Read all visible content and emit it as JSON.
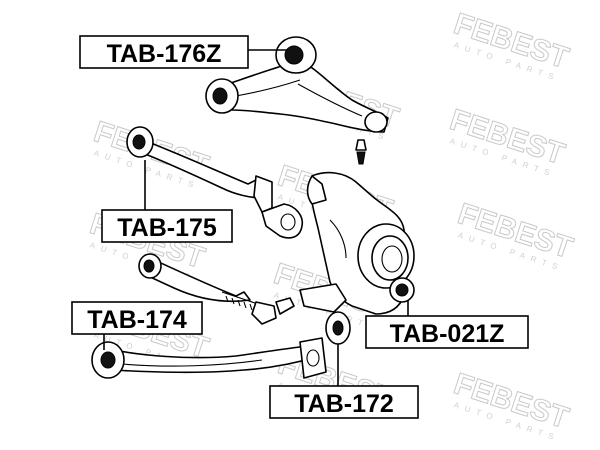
{
  "watermark": {
    "brand": "FEBEST",
    "sub": "AUTO PARTS"
  },
  "labels": {
    "tab_176z": "TAB-176Z",
    "tab_175": "TAB-175",
    "tab_174": "TAB-174",
    "tab_021z": "TAB-021Z",
    "tab_172": "TAB-172"
  }
}
